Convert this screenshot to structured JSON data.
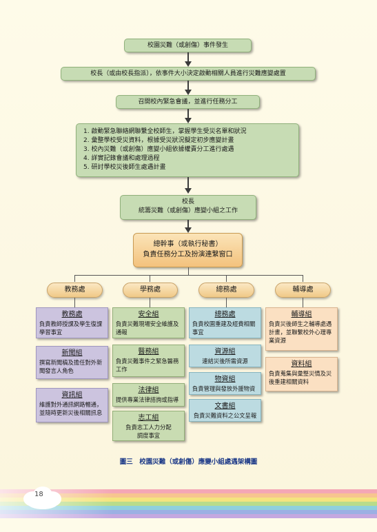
{
  "flow": {
    "step1": "校園災難（或創傷）事件發生",
    "step2": "校長（或由校長指派），依事件大小決定啟動相關人員進行災難應變處置",
    "step3": "召開校內緊急會議，並進行任務分工",
    "step4_items": [
      "1. 啟動緊急聯絡網聯繫全校師生，掌握學生受災名單和狀況",
      "2. 彙整學校受災資料，根據受災狀況擬定初步應變計畫",
      "3. 校內災難（或創傷）應變小組依據權責分工進行處遇",
      "4. 詳實記錄會議和處理過程",
      "5. 研討學校災後師生處遇計畫"
    ],
    "step5_line1": "校長",
    "step5_line2": "統籌災難（或創傷）應變小組之工作"
  },
  "core": {
    "line1": "總幹事（或執行秘書）",
    "line2": "負責任務分工及扮演連繫窗口"
  },
  "departments": [
    {
      "name": "教務處"
    },
    {
      "name": "學務處"
    },
    {
      "name": "總務處"
    },
    {
      "name": "輔導處"
    }
  ],
  "groups": {
    "academic": [
      {
        "title": "教務處",
        "desc": "負責教師授課及學生復課學習事宜"
      },
      {
        "title": "新聞組",
        "desc": "撰寫新聞稿及擔任對外新聞發言人角色"
      },
      {
        "title": "資訊組",
        "desc": "維護對外通訊網路暢通，並隨時更新災後相關訊息"
      }
    ],
    "student": [
      {
        "title": "安全組",
        "desc": "負責災難現場安全維護及通報"
      },
      {
        "title": "醫務組",
        "desc": "負責災難事件之緊急醫務工作"
      },
      {
        "title": "法律組",
        "desc": "提供專業法律諮詢或指導"
      },
      {
        "title": "志工組",
        "desc": "負責志工人力分配調度事宜"
      }
    ],
    "general": [
      {
        "title": "總務處",
        "desc": "負責校園重建及經費相關事宜"
      },
      {
        "title": "資源組",
        "desc": "連結災後所需資源"
      },
      {
        "title": "物資組",
        "desc": "負責管理與發放外援物資"
      },
      {
        "title": "文書組",
        "desc": "負責災難資料之公文呈報"
      }
    ],
    "counsel": [
      {
        "title": "輔導組",
        "desc": "負責災後師生之輔導處遇計畫，並聯繫校外心理專業資源"
      },
      {
        "title": "資料組",
        "desc": "負責蒐集與彙整災情及災後重建相關資料"
      }
    ]
  },
  "caption": "圖三　校園災難（或創傷）應變小組處遇架構圖",
  "page_number": "18"
}
